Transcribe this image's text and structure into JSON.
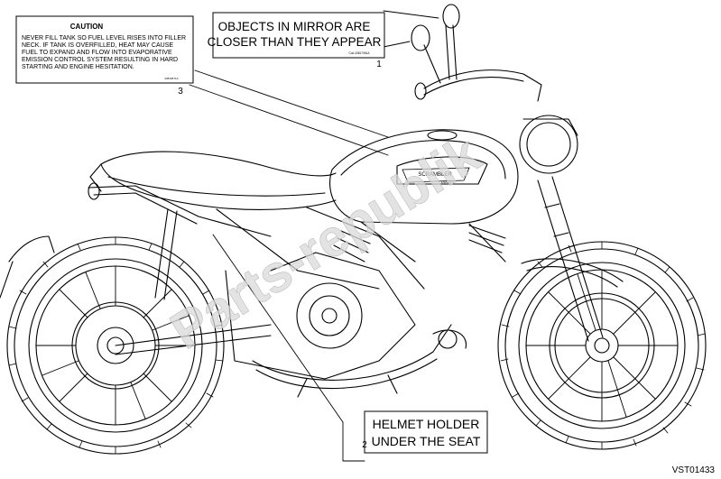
{
  "caution_label": {
    "title": "CAUTION",
    "lines": [
      "NEVER FILL TANK SO FUEL LEVEL RISES INTO FILLER",
      "NECK. IF TANK IS OVERFILLED, HEAT MAY CAUSE",
      "FUEL TO EXPAND AND FLOW INTO EVAPORATIVE",
      "EMISSION CONTROL SYSTEM RESULTING IN HARD",
      "STARTING AND ENGINE HESITATION."
    ],
    "code": "43810671A",
    "callout": "3"
  },
  "mirror_label": {
    "lines": [
      "OBJECTS IN MIRROR ARE",
      "CLOSER THAN THEY APPEAR"
    ],
    "code": "Cod.43817081A",
    "callout": "1"
  },
  "helmet_label": {
    "lines": [
      "HELMET HOLDER",
      "UNDER THE SEAT"
    ],
    "callout": "2"
  },
  "tank_badge": {
    "line1": "SCRAMBLER",
    "line2": "DUCATI"
  },
  "watermark": "Parts-republik",
  "drawing_code": "VST01433"
}
